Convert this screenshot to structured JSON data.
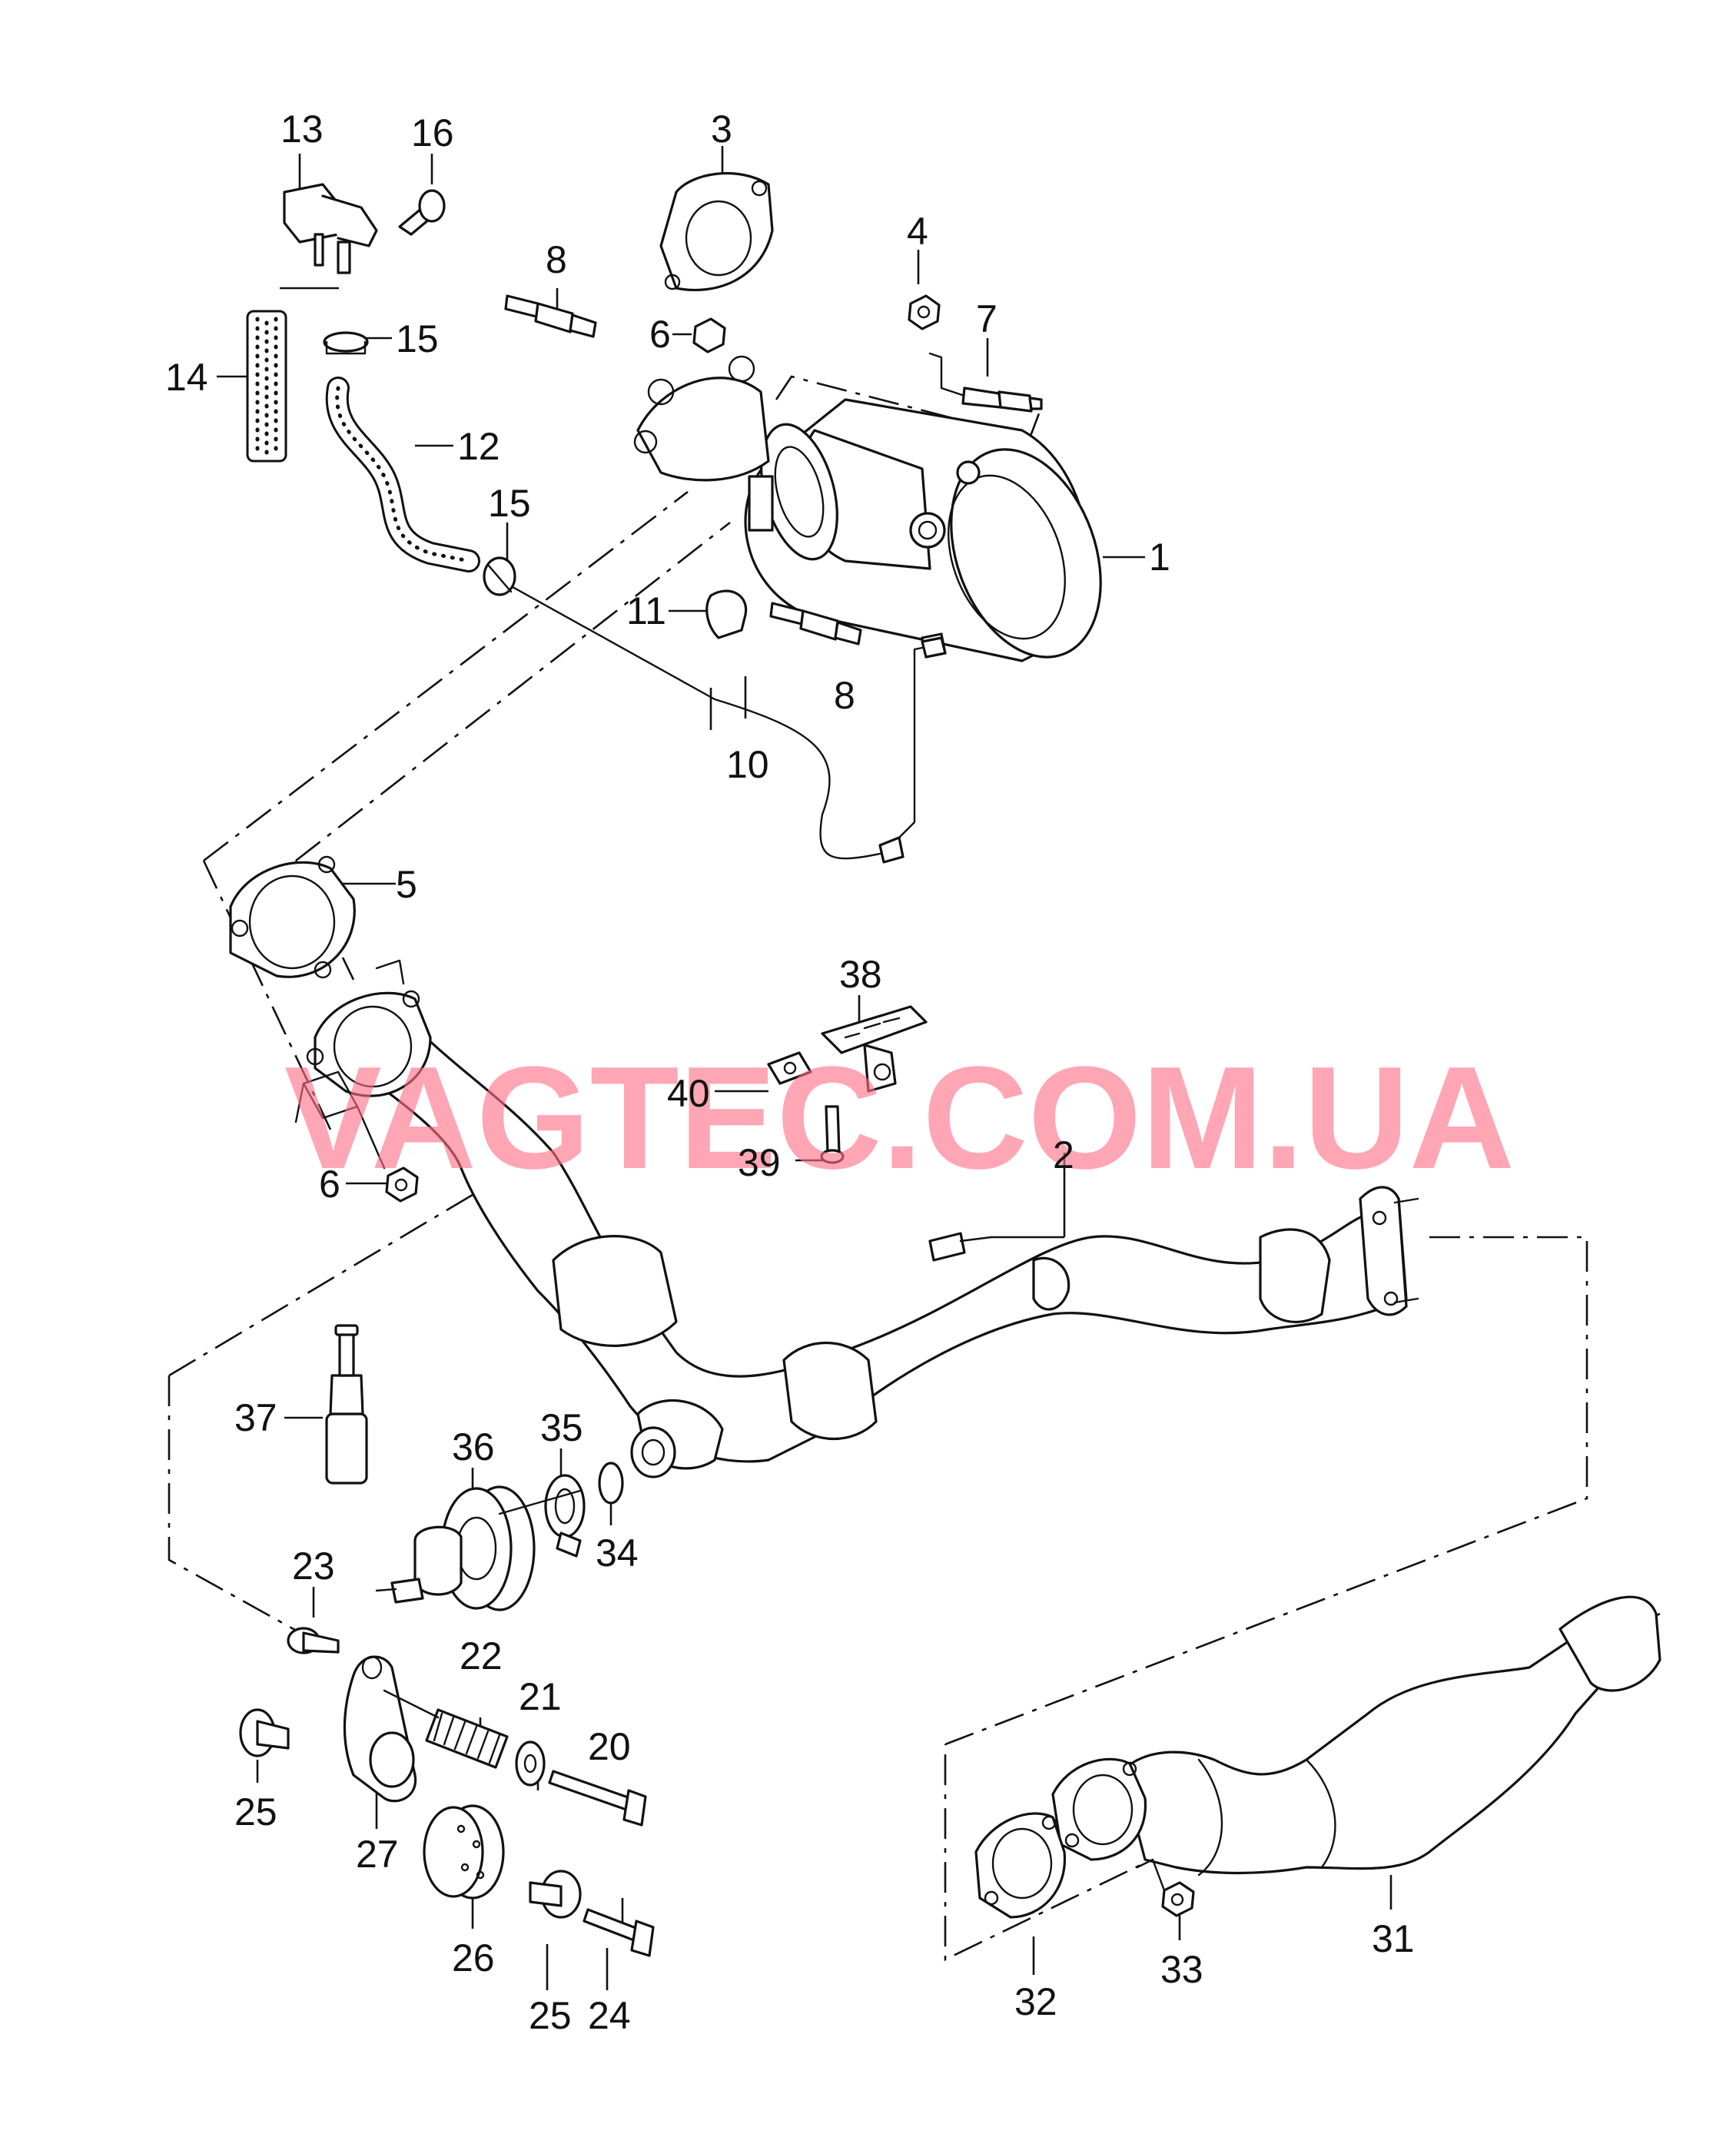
{
  "watermark": "VAGTEC.COM.UA",
  "callouts": [
    "1",
    "2",
    "3",
    "4",
    "5",
    "6",
    "6",
    "7",
    "8",
    "8",
    "10",
    "11",
    "12",
    "13",
    "14",
    "15",
    "15",
    "16",
    "20",
    "21",
    "22",
    "23",
    "24",
    "25",
    "25",
    "26",
    "27",
    "31",
    "32",
    "33",
    "34",
    "35",
    "36",
    "37",
    "38",
    "39",
    "40"
  ]
}
